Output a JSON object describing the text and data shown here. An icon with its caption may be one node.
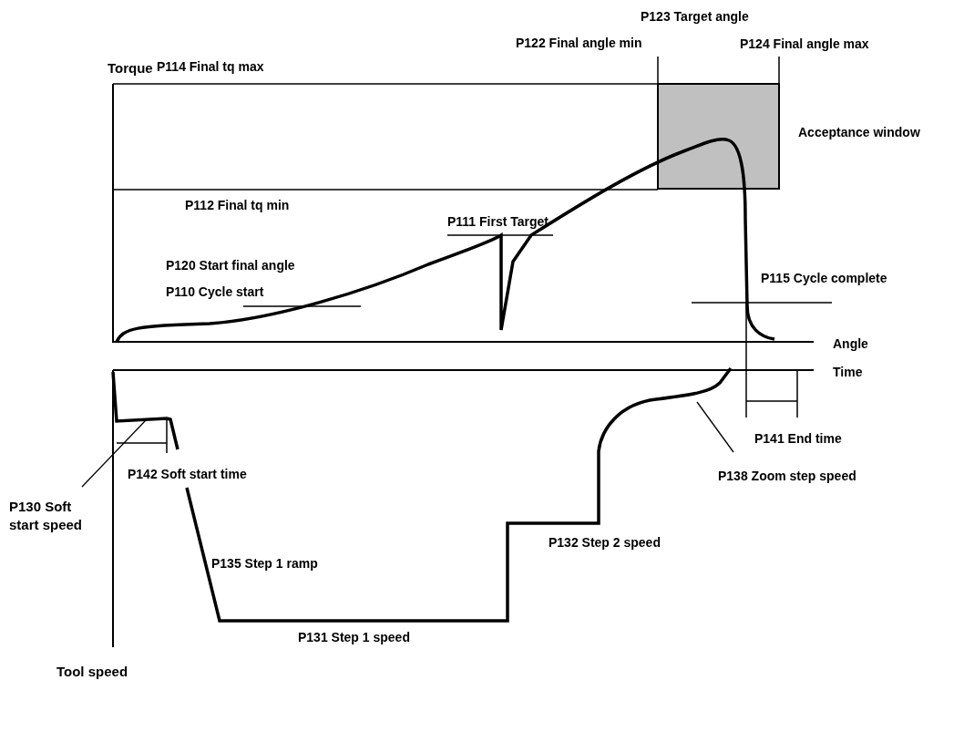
{
  "diagram": {
    "nodes": [
      {
        "text": [
          "P130 Soft start speed"
        ]
      },
      {
        "text": [],
        "shape": "curve"
      },
      {
        "text": [
          "P138 Zoom step speed"
        ]
      }
    ],
    "edges": [
      {
        "from": 0,
        "to": 1,
        "arrow": "none"
      },
      {
        "from": 2,
        "to": 1,
        "arrow": "none"
      }
    ],
    "labels": [
      "P123 Target angle",
      "P122 Final angle min",
      "P124 Final angle max",
      "Torque",
      "P114 Final tq max",
      "Acceptance window",
      "P112 Final tq min",
      "P111 First Target",
      "P120 Start final angle",
      "P110 Cycle start",
      "P115 Cycle complete",
      "Angle",
      "Time",
      "P141 End time",
      "P142 Soft start time",
      "P135 Step 1 ramp",
      "P132 Step 2 speed",
      "P131 Step 1 speed",
      "Tool speed"
    ]
  }
}
